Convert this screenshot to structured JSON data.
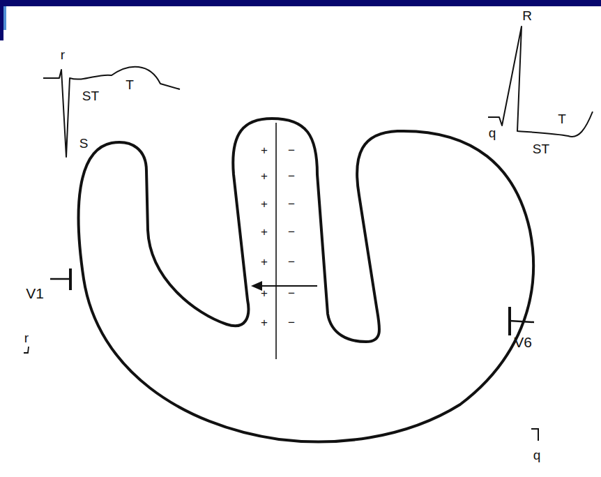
{
  "diagram": {
    "labels": [
      "r",
      "S",
      "ST",
      "T",
      "R",
      "q",
      "ST",
      "T",
      "+",
      "+",
      "+",
      "+",
      "+",
      "+",
      "+",
      "−",
      "−",
      "−",
      "−",
      "−",
      "−",
      "−",
      "V1",
      "V6",
      "r",
      "q"
    ]
  }
}
